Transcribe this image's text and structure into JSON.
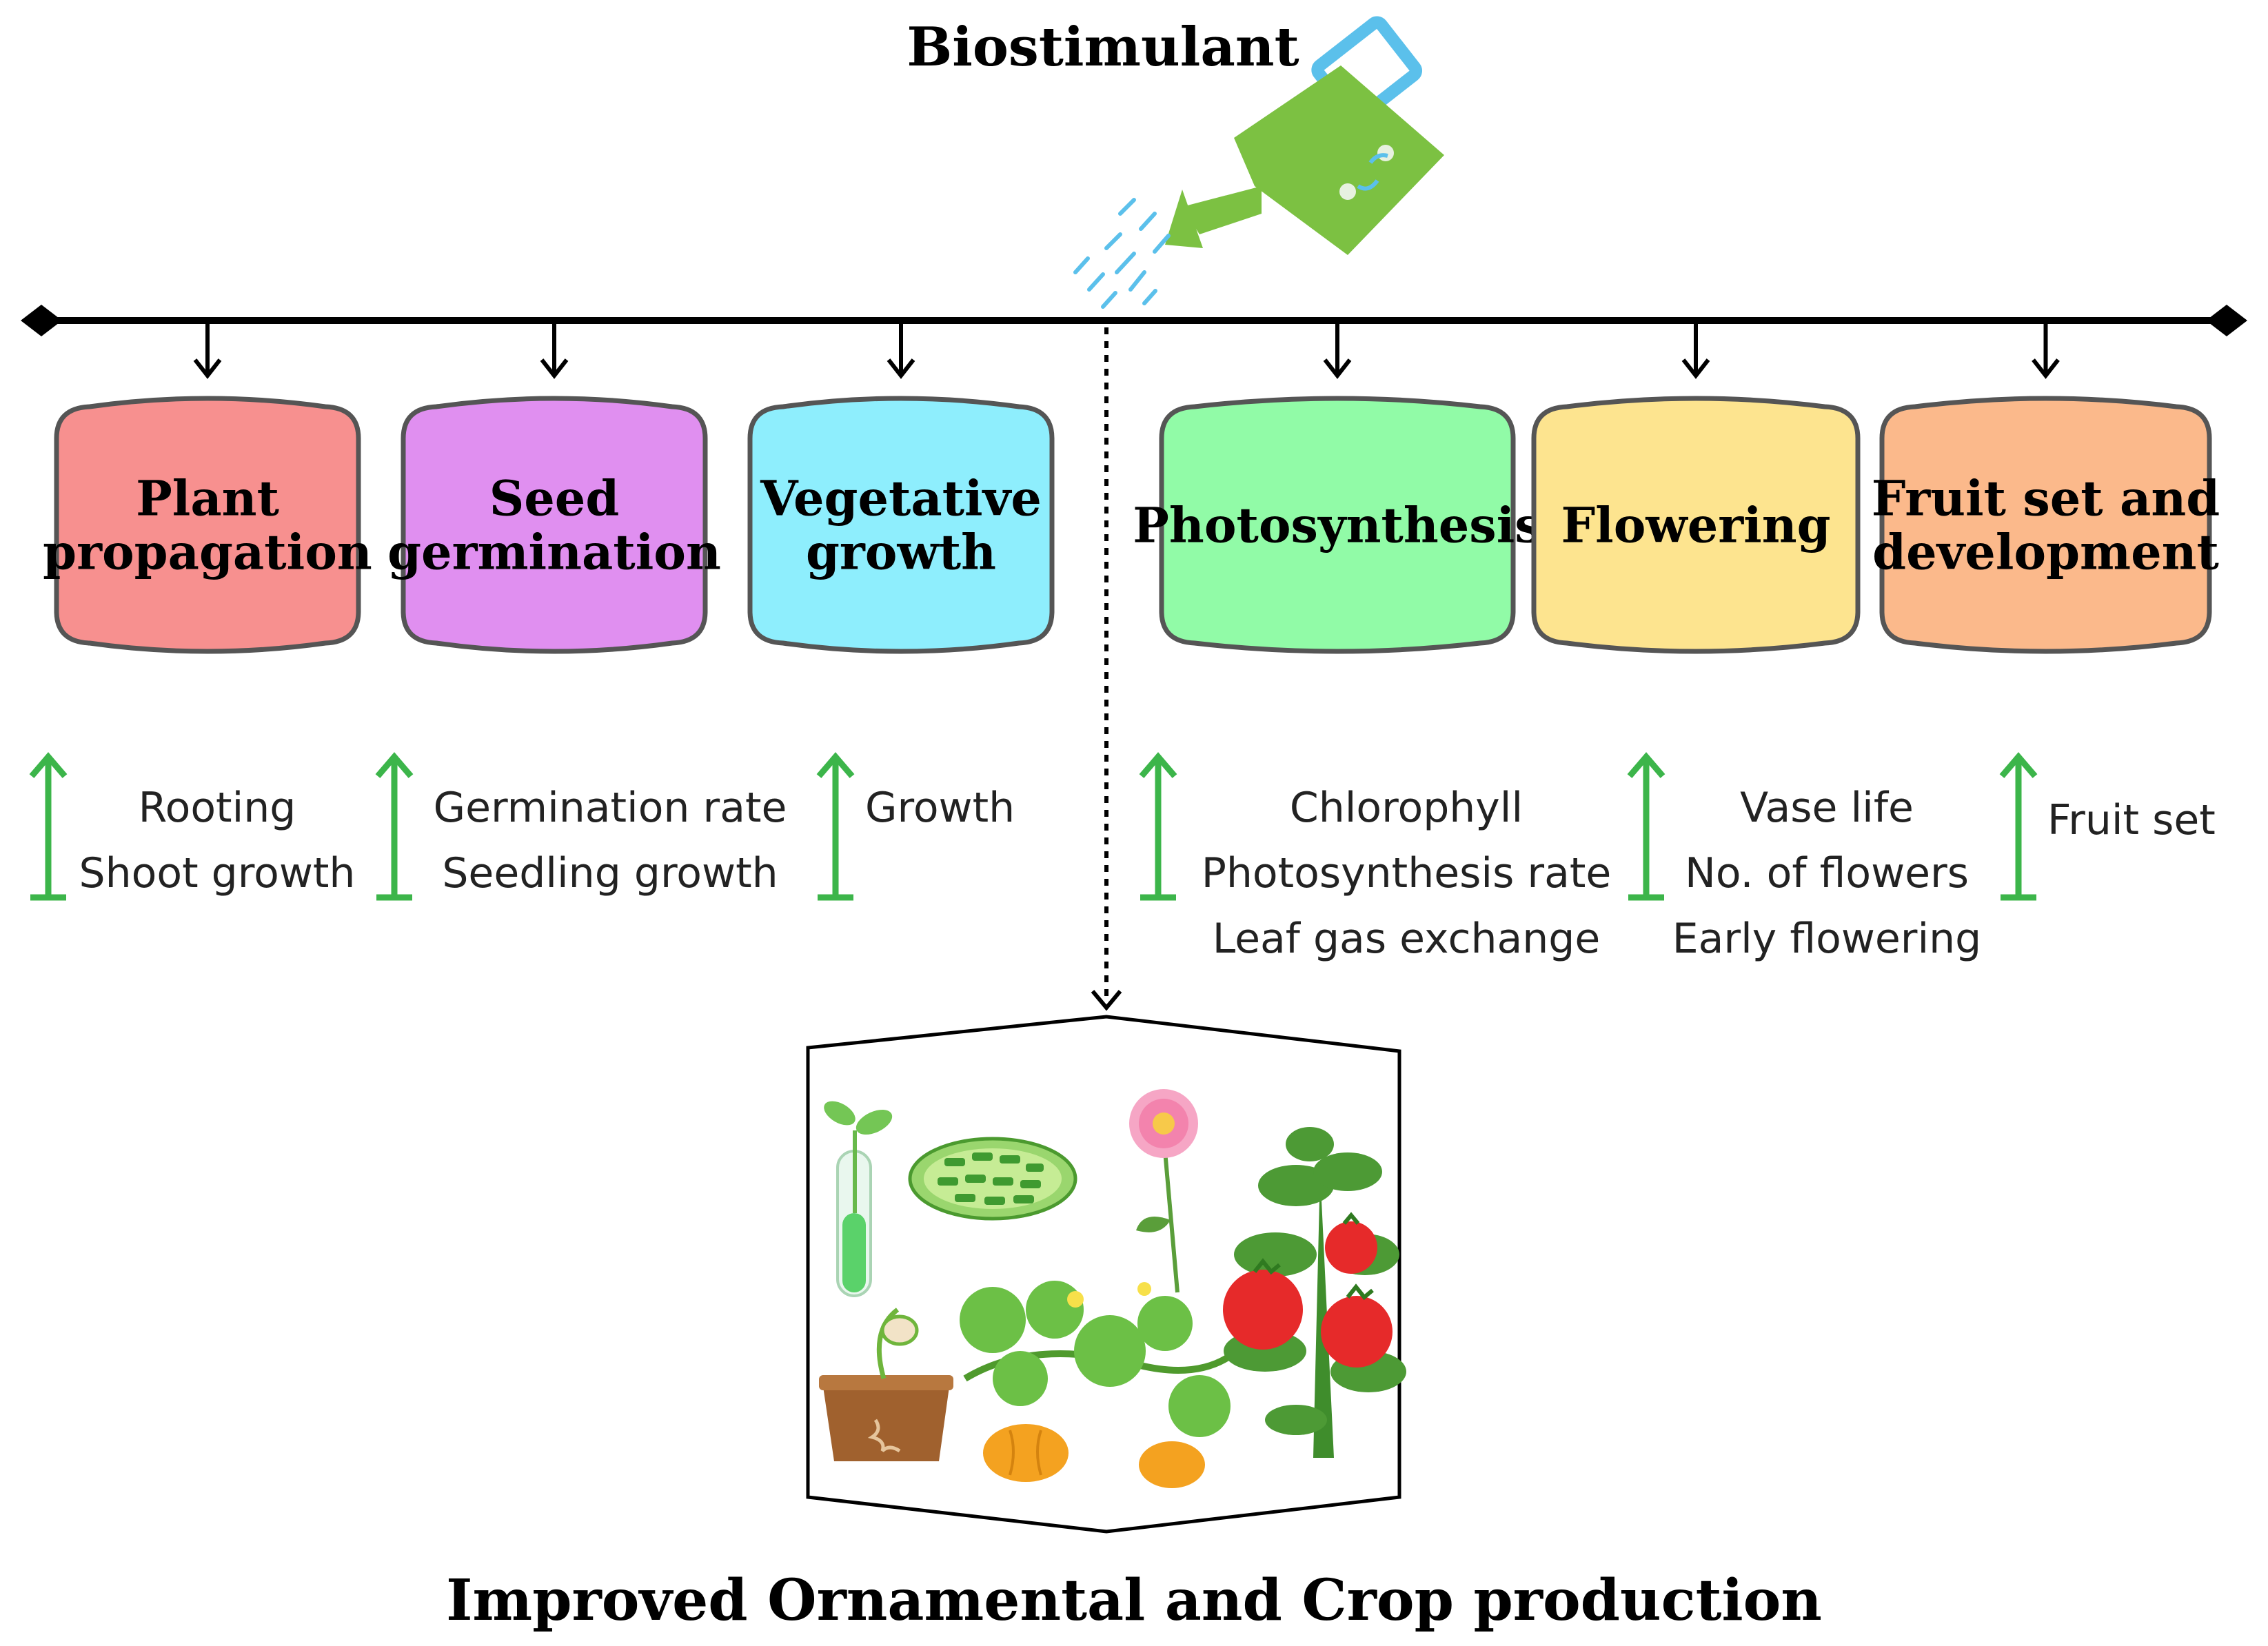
{
  "title": "Biostimulant",
  "footer": "Improved Ornamental and Crop production",
  "colors": {
    "line": "#000000",
    "arrow_up": "#3cb54a",
    "box_border": "#555555",
    "can": "#7cc142",
    "can_handle": "#5bc0eb",
    "water": "#5bc0eb"
  },
  "stages": [
    {
      "id": "plant-propagation",
      "lines": [
        "Plant",
        "propagation"
      ],
      "color": "#f7908f",
      "effects": [
        "Rooting",
        "Shoot growth"
      ]
    },
    {
      "id": "seed-germination",
      "lines": [
        "Seed",
        "germination"
      ],
      "color": "#e08ff0",
      "effects": [
        "Germination rate",
        "Seedling growth"
      ]
    },
    {
      "id": "vegetative-growth",
      "lines": [
        "Vegetative",
        "growth"
      ],
      "color": "#8eeefd",
      "effects": [
        "Growth"
      ]
    },
    {
      "id": "photosynthesis",
      "lines": [
        "Photosynthesis"
      ],
      "color": "#91fba7",
      "effects": [
        "Chlorophyll",
        "Photosynthesis rate",
        "Leaf gas exchange"
      ]
    },
    {
      "id": "flowering",
      "lines": [
        "Flowering"
      ],
      "color": "#fde48f",
      "effects": [
        "Vase life",
        "No. of flowers",
        "Early flowering"
      ]
    },
    {
      "id": "fruit-set",
      "lines": [
        "Fruit set and",
        "development"
      ],
      "color": "#fbb98b",
      "effects": [
        "Fruit set"
      ]
    }
  ],
  "icons": [
    "watering-can-icon",
    "seedling-tube-icon",
    "chloroplast-icon",
    "flower-icon",
    "tomato-plant-icon",
    "sprouting-seed-pot-icon",
    "pumpkin-plant-icon"
  ]
}
